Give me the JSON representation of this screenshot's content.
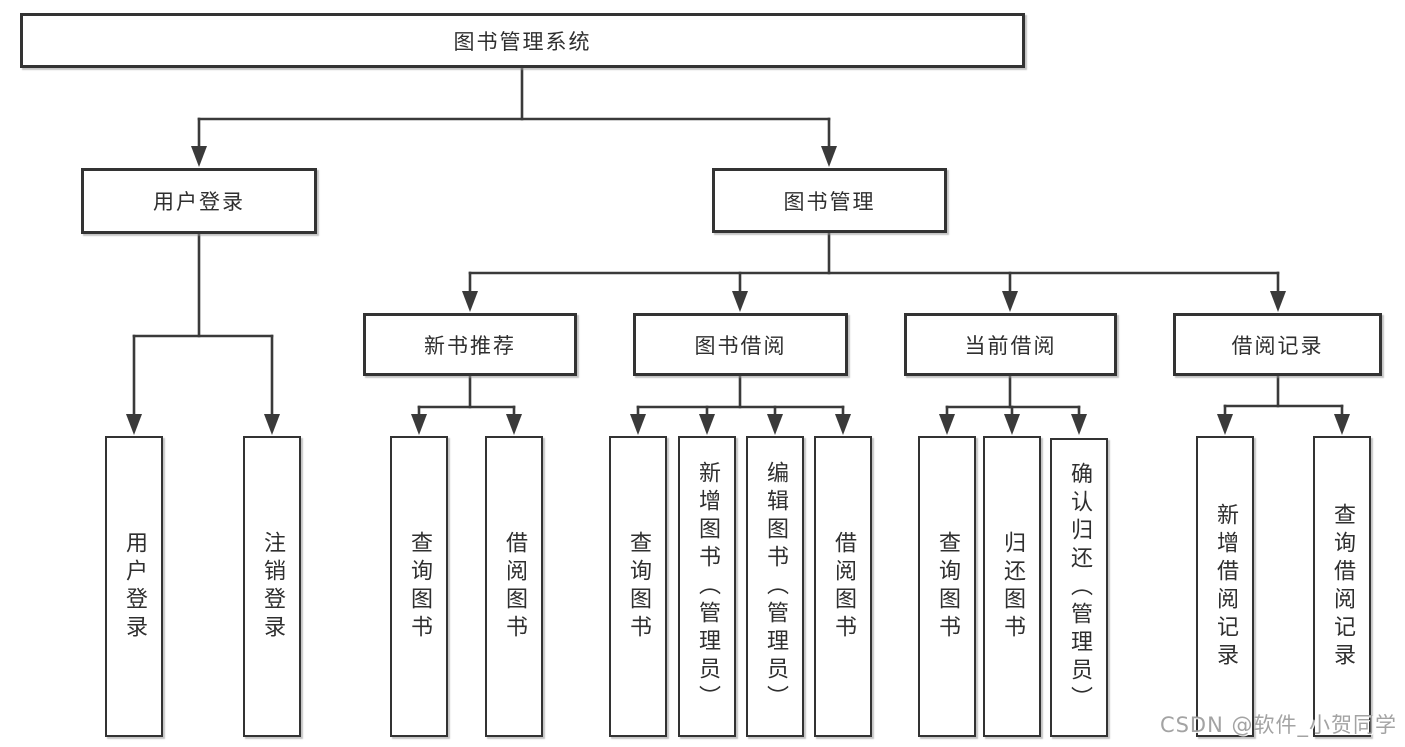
{
  "tree": {
    "label": "图书管理系统",
    "children": [
      {
        "label": "用户登录",
        "children": [
          {
            "label": "用户登录"
          },
          {
            "label": "注销登录"
          }
        ]
      },
      {
        "label": "图书管理",
        "children": [
          {
            "label": "新书推荐",
            "children": [
              {
                "label": "查询图书"
              },
              {
                "label": "借阅图书"
              }
            ]
          },
          {
            "label": "图书借阅",
            "children": [
              {
                "label": "查询图书"
              },
              {
                "label": "新增图书（管理员）"
              },
              {
                "label": "编辑图书（管理员）"
              },
              {
                "label": "借阅图书"
              }
            ]
          },
          {
            "label": "当前借阅",
            "children": [
              {
                "label": "查询图书"
              },
              {
                "label": "归还图书"
              },
              {
                "label": "确认归还（管理员）"
              }
            ]
          },
          {
            "label": "借阅记录",
            "children": [
              {
                "label": "新增借阅记录"
              },
              {
                "label": "查询借阅记录"
              }
            ]
          }
        ]
      }
    ]
  },
  "watermark": {
    "text": "CSDN @软件_小贺同学"
  },
  "colors": {
    "line": "#3a3a3a",
    "box_border": "#333333",
    "text": "#2f2f2f",
    "watermark": "#a3a3a3",
    "background": "#ffffff"
  }
}
